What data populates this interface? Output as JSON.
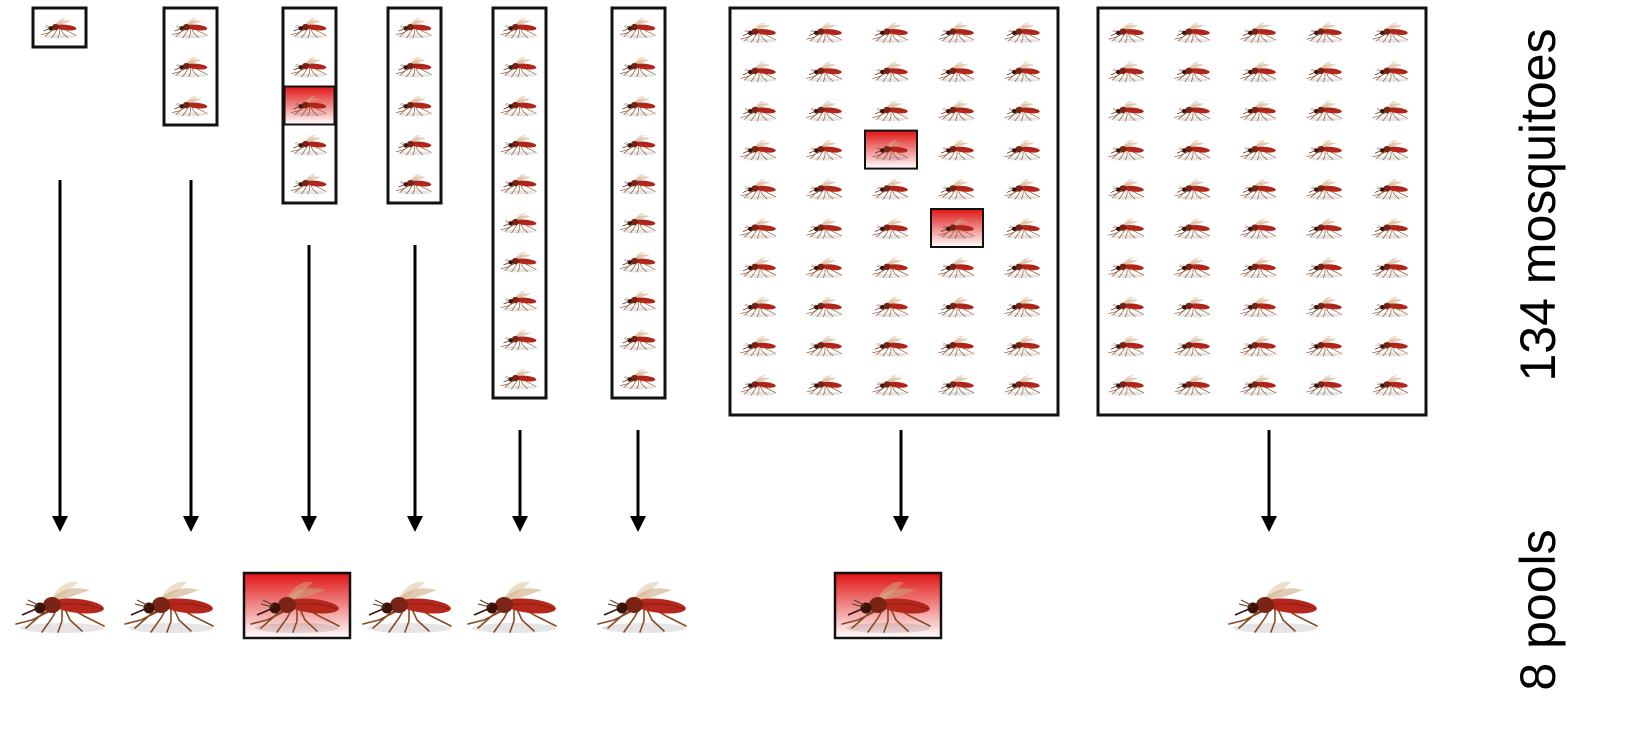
{
  "labels": {
    "mosquitoes": "134 mosquitoes",
    "pools": "8 pools"
  },
  "colors": {
    "positive": "#e01414",
    "positive_light": "#ffffff",
    "outline": "#111111",
    "arrow": "#000000",
    "mosquito_body": "#b5271b",
    "mosquito_dark": "#6e1a10",
    "mosquito_legs": "#8a4a22"
  },
  "icons": {
    "mosquito": "mosquito-icon",
    "arrow": "arrow-down-icon"
  },
  "pools": [
    {
      "mosquito_count": 1,
      "columns": 1,
      "rows": 1,
      "positive": false,
      "positive_mosquitoes": []
    },
    {
      "mosquito_count": 3,
      "columns": 1,
      "rows": 3,
      "positive": false,
      "positive_mosquitoes": []
    },
    {
      "mosquito_count": 5,
      "columns": 1,
      "rows": 5,
      "positive": true,
      "positive_mosquitoes": [
        3
      ]
    },
    {
      "mosquito_count": 5,
      "columns": 1,
      "rows": 5,
      "positive": false,
      "positive_mosquitoes": []
    },
    {
      "mosquito_count": 10,
      "columns": 1,
      "rows": 10,
      "positive": false,
      "positive_mosquitoes": []
    },
    {
      "mosquito_count": 10,
      "columns": 1,
      "rows": 10,
      "positive": false,
      "positive_mosquitoes": []
    },
    {
      "mosquito_count": 50,
      "columns": 5,
      "rows": 10,
      "positive": true,
      "positive_mosquitoes": [
        18,
        29
      ]
    },
    {
      "mosquito_count": 50,
      "columns": 5,
      "rows": 10,
      "positive": false,
      "positive_mosquitoes": []
    }
  ]
}
